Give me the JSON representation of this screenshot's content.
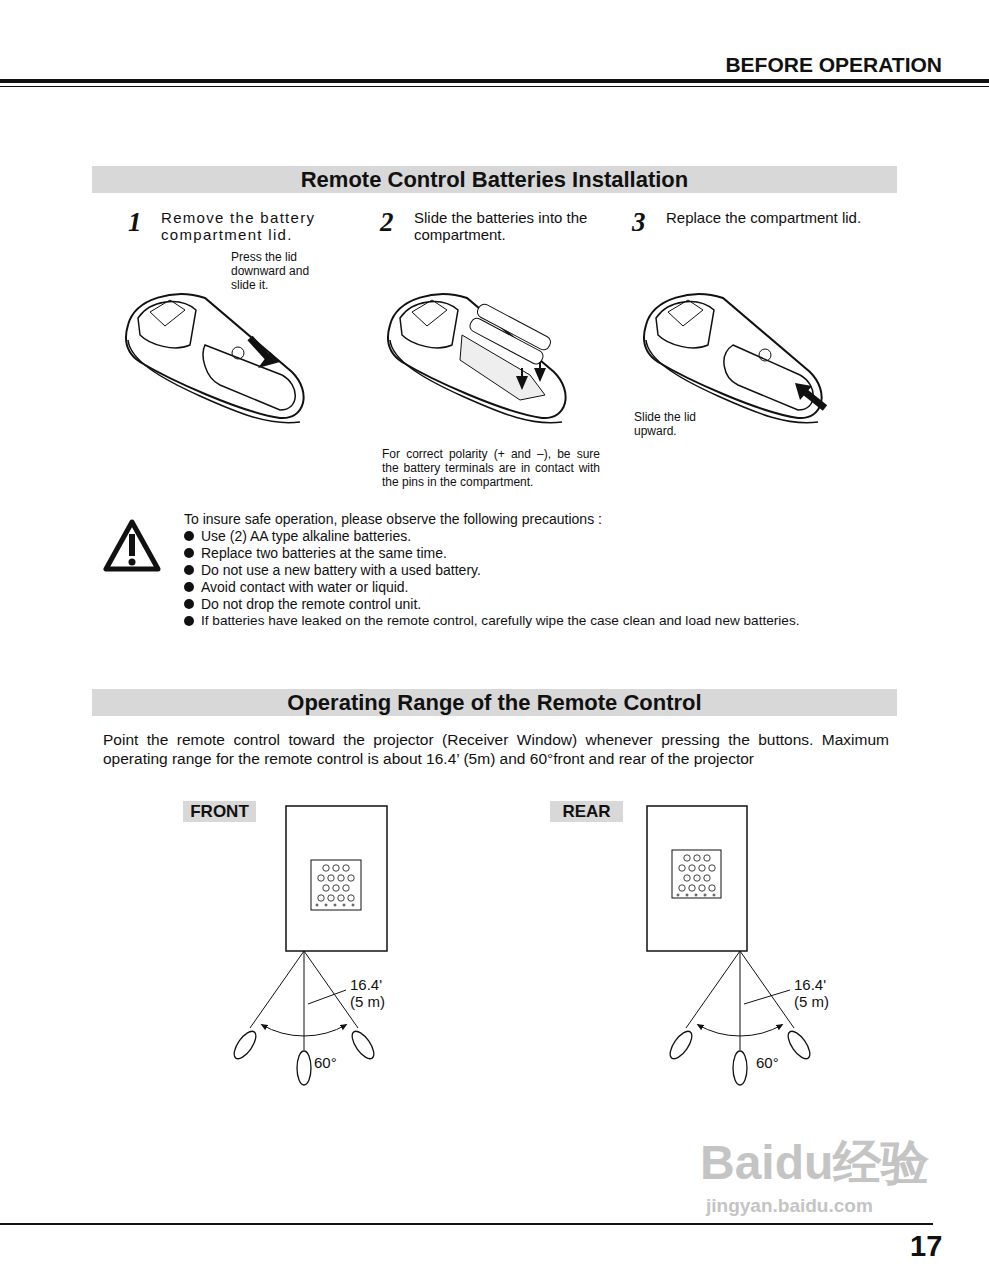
{
  "diagram": {
    "title": "BEFORE OPERATION",
    "nodes": [
      {
        "text": [
          "Remote Control Batteries Installation"
        ]
      },
      {
        "text": [
          "Operating Range of the Remote Control"
        ]
      },
      {
        "text": [
          "FRONT"
        ]
      },
      {
        "text": [
          "REAR"
        ]
      }
    ],
    "labels": [
      "1",
      "Remove the battery compartment lid.",
      "Press the lid downward and slide it.",
      "2",
      "Slide the batteries into the compartment.",
      "For correct polarity (+ and –), be sure the battery terminals are in contact with the pins in the compartment.",
      "3",
      "Replace the compartment lid.",
      "Slide the lid upward.",
      "To insure safe operation, please observe the following precautions :",
      "Use (2) AA type alkaline batteries.",
      "Replace two batteries at the same time.",
      "Do not use a new battery with a used battery.",
      "Avoid contact with water or liquid.",
      "Do not drop the remote control unit.",
      "If batteries have leaked on the remote control, carefully wipe the case clean and load new batteries.",
      "Point the remote control toward the projector (Receiver Window) whenever pressing the buttons. Maximum operating range for the remote control is about 16.4’ (5m) and 60°front and rear of the projector",
      "16.4' (5 m)",
      "60°",
      "16.4' (5 m)",
      "60°",
      "17",
      "Baidu经验",
      "jingyan.baidu.com"
    ]
  }
}
